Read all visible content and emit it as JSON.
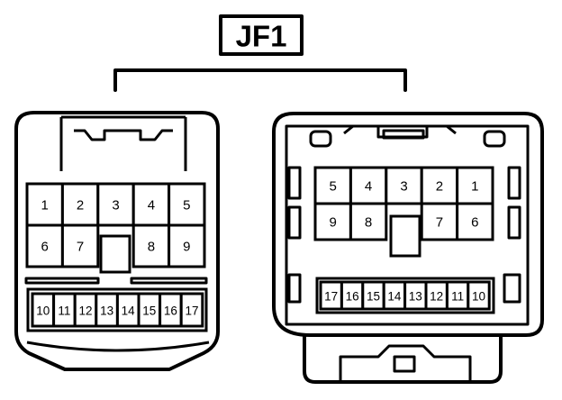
{
  "title": "JF1",
  "left_connector": {
    "top_row": [
      "1",
      "2",
      "3",
      "4",
      "5"
    ],
    "middle_row": [
      "6",
      "7",
      "",
      "8",
      "9"
    ],
    "bottom_row": [
      "10",
      "11",
      "12",
      "13",
      "14",
      "15",
      "16",
      "17"
    ]
  },
  "right_connector": {
    "top_row": [
      "5",
      "4",
      "3",
      "2",
      "1"
    ],
    "middle_row": [
      "9",
      "8",
      "",
      "7",
      "6"
    ],
    "bottom_row": [
      "17",
      "16",
      "15",
      "14",
      "13",
      "12",
      "11",
      "10"
    ]
  }
}
